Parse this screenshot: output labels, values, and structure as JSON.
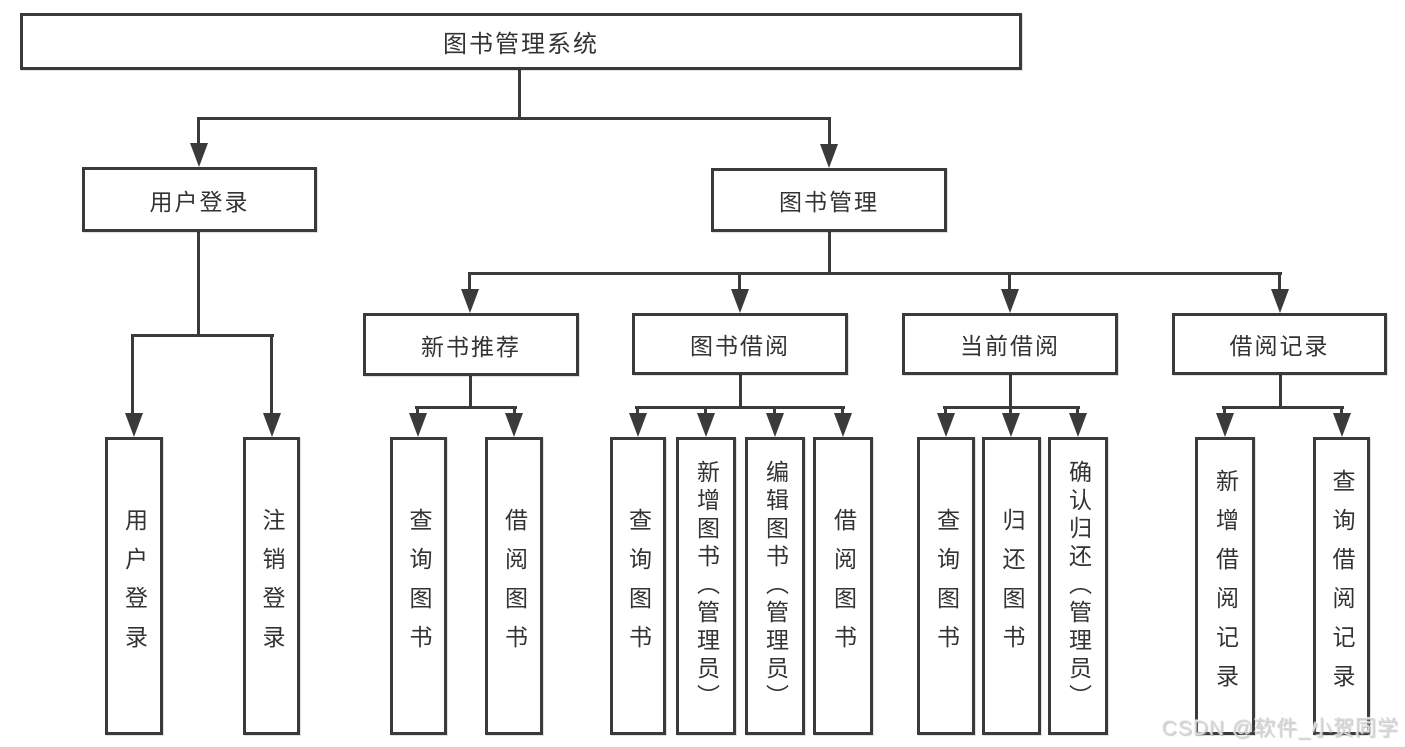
{
  "diagram_title": "图书管理系统",
  "tree": {
    "label": "图书管理系统",
    "children": [
      {
        "label": "用户登录",
        "children": [
          {
            "label": "用户登录"
          },
          {
            "label": "注销登录"
          }
        ]
      },
      {
        "label": "图书管理",
        "children": [
          {
            "label": "新书推荐",
            "children": [
              {
                "label": "查询图书"
              },
              {
                "label": "借阅图书"
              }
            ]
          },
          {
            "label": "图书借阅",
            "children": [
              {
                "label": "查询图书"
              },
              {
                "label": "新增图书（管理员）"
              },
              {
                "label": "编辑图书（管理员）"
              },
              {
                "label": "借阅图书"
              }
            ]
          },
          {
            "label": "当前借阅",
            "children": [
              {
                "label": "查询图书"
              },
              {
                "label": "归还图书"
              },
              {
                "label": "确认归还（管理员）"
              }
            ]
          },
          {
            "label": "借阅记录",
            "children": [
              {
                "label": "新增借阅记录"
              },
              {
                "label": "查询借阅记录"
              }
            ]
          }
        ]
      }
    ]
  },
  "watermark": {
    "text": "CSDN @软件_小贺同学"
  },
  "colors": {
    "line": "#3a3a3a",
    "box_border": "#3a3a3a",
    "text": "#333333",
    "background": "#ffffff",
    "watermark": "#d9d9d9"
  }
}
